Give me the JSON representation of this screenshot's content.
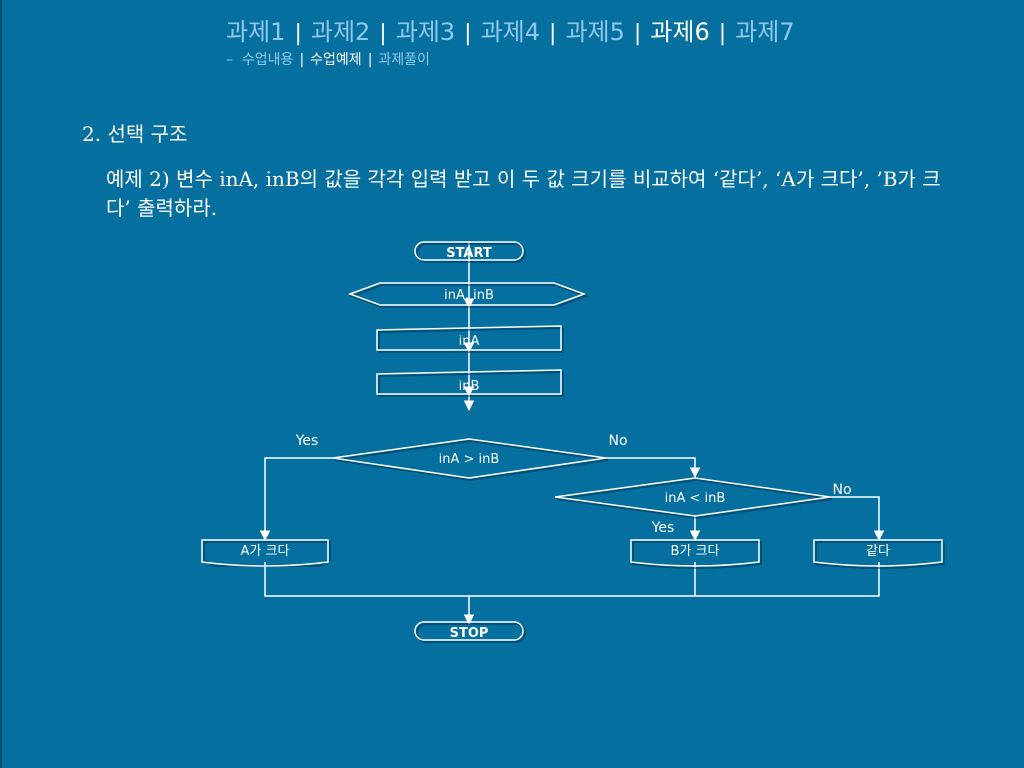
{
  "nav": {
    "tabs": [
      "과제1",
      "과제2",
      "과제3",
      "과제4",
      "과제5",
      "과제6",
      "과제7"
    ],
    "separator": "|",
    "active_index": 5
  },
  "subnav": {
    "prefix": "–",
    "items": [
      "수업내용",
      "수업예제",
      "과제풀이"
    ],
    "separator": "|",
    "active_index": 1
  },
  "content": {
    "section_title": "2. 선택 구조",
    "description": "예제 2) 변수 inA, inB의 값을 각각 입력 받고 이 두 값 크기를 비교하여 ‘같다’, ‘A가 크다’, ’B가 크다’ 출력하라."
  },
  "flowchart": {
    "start": "START",
    "prep": "inA, inB",
    "input_a": "inA",
    "input_b": "inB",
    "decision1": "inA  >  inB",
    "decision1_yes": "Yes",
    "decision1_no": "No",
    "decision2": "inA  <  inB",
    "decision2_yes": "Yes",
    "decision2_no": "No",
    "out_a_greater": "A가 크다",
    "out_b_greater": "B가 크다",
    "out_equal": "같다",
    "stop": "STOP"
  }
}
